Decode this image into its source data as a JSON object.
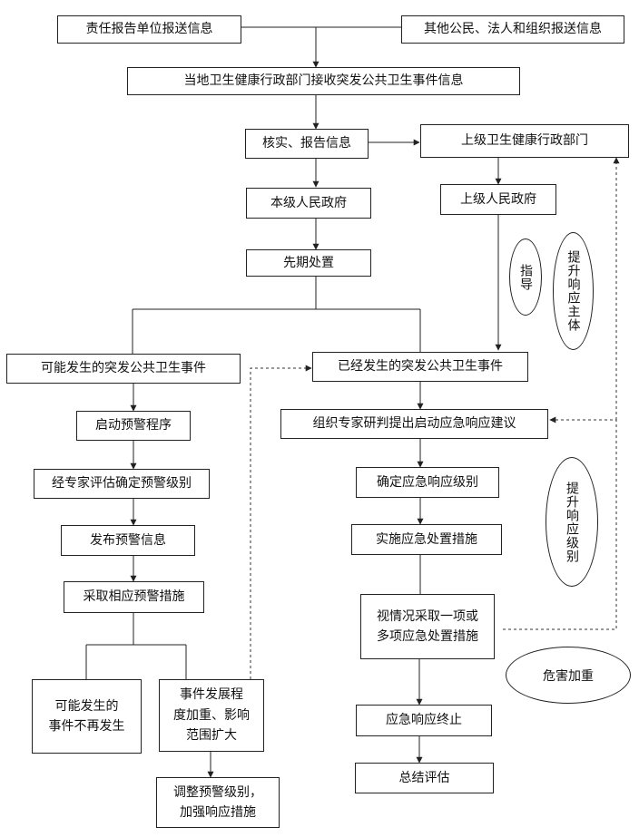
{
  "boxes": {
    "responsible_units": "责任报告单位报送信息",
    "other_citizens": "其他公民、法人和组织报送信息",
    "local_health_dept": "当地卫生健康行政部门接收突发公共卫生事件信息",
    "verify_report": "核实、报告信息",
    "superior_health_dept": "上级卫生健康行政部门",
    "local_government": "本级人民政府",
    "superior_government": "上级人民政府",
    "initial_handling": "先期处置",
    "possible_event": "可能发生的突发公共卫生事件",
    "occurred_event": "已经发生的突发公共卫生事件",
    "start_warning": "启动预警程序",
    "expert_response_advice": "组织专家研判提出启动应急响应建议",
    "expert_warning_level": "经专家评估确定预警级别",
    "determine_response_level": "确定应急响应级别",
    "publish_warning": "发布预警信息",
    "implement_measures": "实施应急处置措施",
    "warning_measures": "采取相应预警措施",
    "take_measures_line1": "视情况采取一项或",
    "take_measures_line2": "多项应急处置措施",
    "no_longer_line1": "可能发生的",
    "no_longer_line2": "事件不再发生",
    "escalate_line1": "事件发展程",
    "escalate_line2": "度加重、影响",
    "escalate_line3": "范围扩大",
    "adjust_line1": "调整预警级别，",
    "adjust_line2": "加强响应措施",
    "response_end": "应急响应终止",
    "summary_eval": "总结评估"
  },
  "ovals": {
    "guidance": "指导",
    "raise_subject": "提升响应主体",
    "raise_level": "提升响应级别",
    "harm_aggravated": "危害加重"
  }
}
